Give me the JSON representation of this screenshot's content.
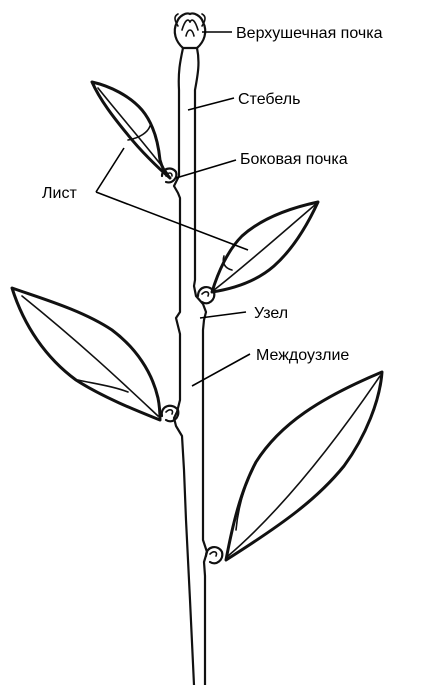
{
  "labels": {
    "apical_bud": "Верхушечная почка",
    "stem": "Стебель",
    "lateral_bud": "Боковая почка",
    "leaf": "Лист",
    "node": "Узел",
    "internode": "Междоузлие"
  },
  "colors": {
    "line": "#111111",
    "background": "#ffffff"
  }
}
